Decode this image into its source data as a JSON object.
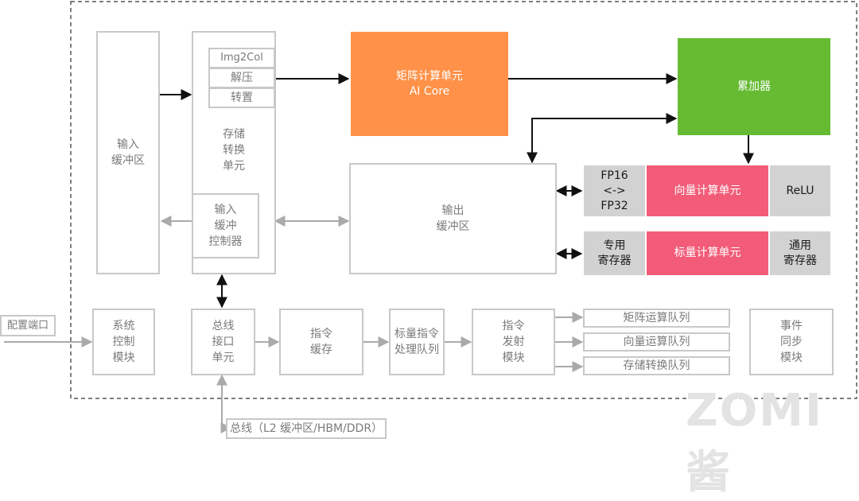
{
  "blocks": {
    "input_buffer": "输入\n缓冲区",
    "storage_conversion": "存储\n转换\n单元",
    "img2col": "Img2Col",
    "decompress": "解压",
    "transpose": "转置",
    "input_buffer_controller": "输入\n缓冲\n控制器",
    "matrix_unit": "矩阵计算单元\nAI Core",
    "accumulator": "累加器",
    "output_buffer": "输出\n缓冲区",
    "fp16_fp32": "FP16\n<->\nFP32",
    "vector_unit": "向量计算单元",
    "relu": "ReLU",
    "special_registers": "专用\n寄存器",
    "scalar_unit": "标量计算单元",
    "general_registers": "通用\n寄存器",
    "config_port": "配置端口",
    "system_control": "系统\n控制\n模块",
    "bus_interface": "总线\n接口\n单元",
    "instruction_cache": "指令\n缓存",
    "scalar_instruction_queue": "标量指令\n处理队列",
    "instruction_dispatch": "指令\n发射\n模块",
    "matrix_queue": "矩阵运算队列",
    "vector_queue": "向量运算队列",
    "storage_queue": "存储转换队列",
    "event_sync": "事件\n同步\n模块",
    "bus": "总线（L2 缓冲区/HBM/DDR）"
  },
  "watermark": "ZOMI酱",
  "colors": {
    "matrix": "#FF9148",
    "accumulator": "#66BB33",
    "vector_scalar": "#F25C78",
    "grey_cell": "#D2D2D2",
    "outline": "#C8C8C8",
    "dashed_border": "#555555"
  }
}
